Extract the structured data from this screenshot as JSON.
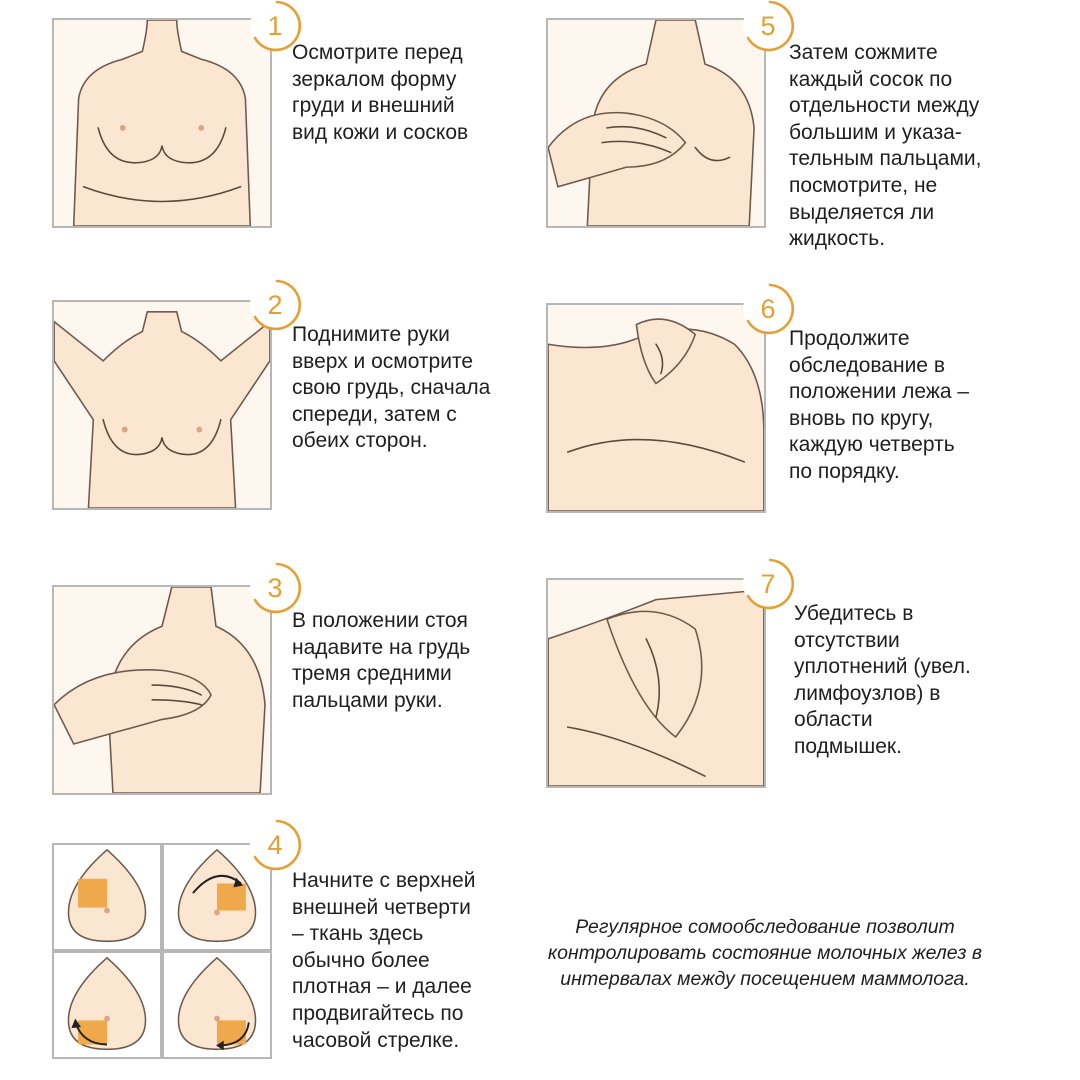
{
  "colors": {
    "accent": "#e3a035",
    "panel_border": "#b7b7b7",
    "skin": "#fbe6d2",
    "quadrant": "#f0a94a"
  },
  "steps": [
    {
      "number": "1",
      "lines": [
        "Осмотрите перед",
        "зеркалом форму",
        "груди и внешний",
        "вид кожи и сосков"
      ]
    },
    {
      "number": "2",
      "lines": [
        "Поднимите руки",
        "вверх и осмотрите",
        "свою грудь, сначала",
        "спереди, затем с",
        "обеих сторон."
      ]
    },
    {
      "number": "3",
      "lines": [
        "В положении стоя",
        "надавите на грудь",
        "тремя средними",
        "пальцами руки."
      ]
    },
    {
      "number": "4",
      "lines": [
        "Начните с верхней",
        "внешней четверти",
        "– ткань здесь",
        "обычно более",
        "плотная – и далее",
        "продвигайтесь по",
        "часовой стрелке."
      ]
    },
    {
      "number": "5",
      "lines": [
        "Затем сожмите",
        "каждый сосок по",
        "отдельности между",
        "большим и указа-",
        "тельным пальцами,",
        "посмотрите, не",
        "выделяется ли",
        "жидкость."
      ]
    },
    {
      "number": "6",
      "lines": [
        "Продолжите",
        "обследование в",
        "положении лежа –",
        "вновь по кругу,",
        "каждую четверть",
        "по порядку."
      ]
    },
    {
      "number": "7",
      "lines": [
        "Убедитесь в",
        "отсутствии",
        "уплотнений (увел.",
        "лимфоузлов) в",
        "области",
        "подмышек."
      ]
    }
  ],
  "footer": {
    "lines": [
      "Регулярное сомообследование позволит",
      "контролировать состояние молочных желез в",
      "интервалах между посещением маммолога."
    ]
  }
}
